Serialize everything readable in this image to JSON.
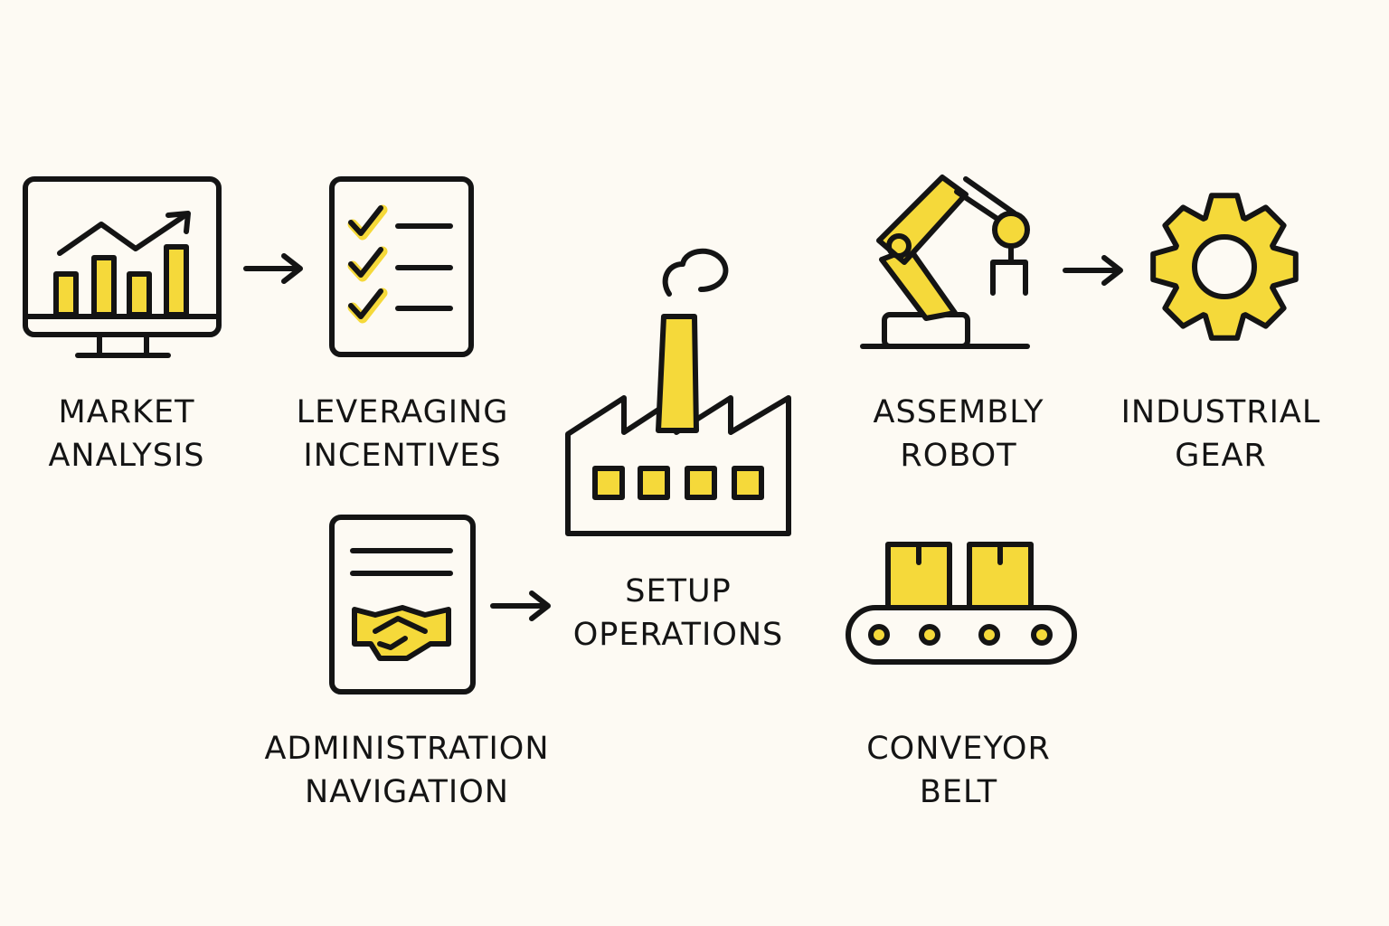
{
  "colors": {
    "accent": "#f5d93a",
    "stroke": "#141414",
    "background": "#fdfaf3"
  },
  "nodes": {
    "market_analysis": {
      "icon": "monitor-chart-icon",
      "line1": "MARKET",
      "line2": "ANALYSIS"
    },
    "leveraging_incentives": {
      "icon": "checklist-icon",
      "line1": "LEVERAGING",
      "line2": "INCENTIVES"
    },
    "setup_operations": {
      "icon": "factory-icon",
      "line1": "SETUP",
      "line2": "OPERATIONS"
    },
    "administration_navigation": {
      "icon": "handshake-document-icon",
      "line1": "ADMINISTRATION",
      "line2": "NAVIGATION"
    },
    "assembly_robot": {
      "icon": "robot-arm-icon",
      "line1": "ASSEMBLY",
      "line2": "ROBOT"
    },
    "industrial_gear": {
      "icon": "gear-icon",
      "line1": "INDUSTRIAL",
      "line2": "GEAR"
    },
    "conveyor_belt": {
      "icon": "conveyor-belt-icon",
      "line1": "CONVEYOR",
      "line2": "BELT"
    }
  },
  "edges": [
    {
      "from": "market_analysis",
      "to": "leveraging_incentives"
    },
    {
      "from": "administration_navigation",
      "to": "setup_operations"
    },
    {
      "from": "assembly_robot",
      "to": "industrial_gear"
    }
  ]
}
